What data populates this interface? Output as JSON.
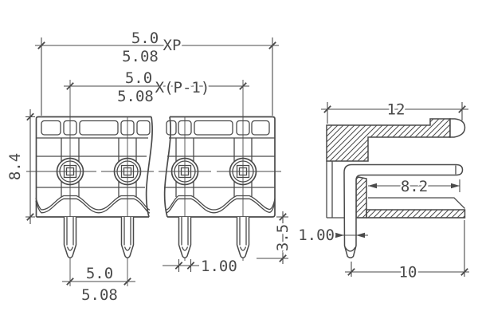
{
  "colors": {
    "line": "#4a4a4a",
    "background": "#ffffff"
  },
  "front_view": {
    "dims": {
      "total_pitch_upper": "5.0",
      "total_pitch_lower": "5.08",
      "total_pitch_suffix": "XP",
      "span_pitch_upper": "5.0",
      "span_pitch_lower": "5.08",
      "span_pitch_suffix": "X(P-1)",
      "body_height": "8.4",
      "pin_pitch_upper": "5.0",
      "pin_pitch_lower": "5.08",
      "pin_width": "1.00",
      "pin_length": "3.5"
    }
  },
  "side_view": {
    "dims": {
      "overall_depth": "12",
      "opening_depth": "8.2",
      "pin_thickness": "1.00",
      "pin_to_edge": "10"
    }
  }
}
